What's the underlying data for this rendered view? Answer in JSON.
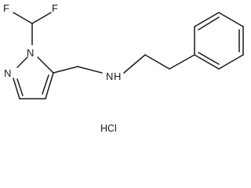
{
  "molecule": {
    "atoms": {
      "f_left": "F",
      "f_right": "F",
      "n1": "N",
      "n2": "N",
      "amine_n": "N",
      "amine_h": "H"
    },
    "salt": "HCl"
  }
}
